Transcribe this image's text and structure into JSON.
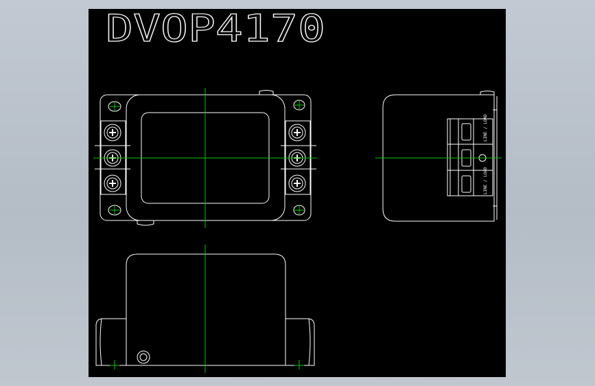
{
  "drawing": {
    "title": "DVOP4170",
    "colors": {
      "background": "#b9c0c9",
      "canvas": "#000000",
      "outline": "#ffffff",
      "centerline": "#00c800"
    }
  },
  "views": [
    {
      "name": "top-view"
    },
    {
      "name": "side-view"
    },
    {
      "name": "front-view"
    }
  ],
  "side_view": {
    "terminal_labels": [
      "LINE / LOAD",
      "LINE / LOAD"
    ]
  }
}
